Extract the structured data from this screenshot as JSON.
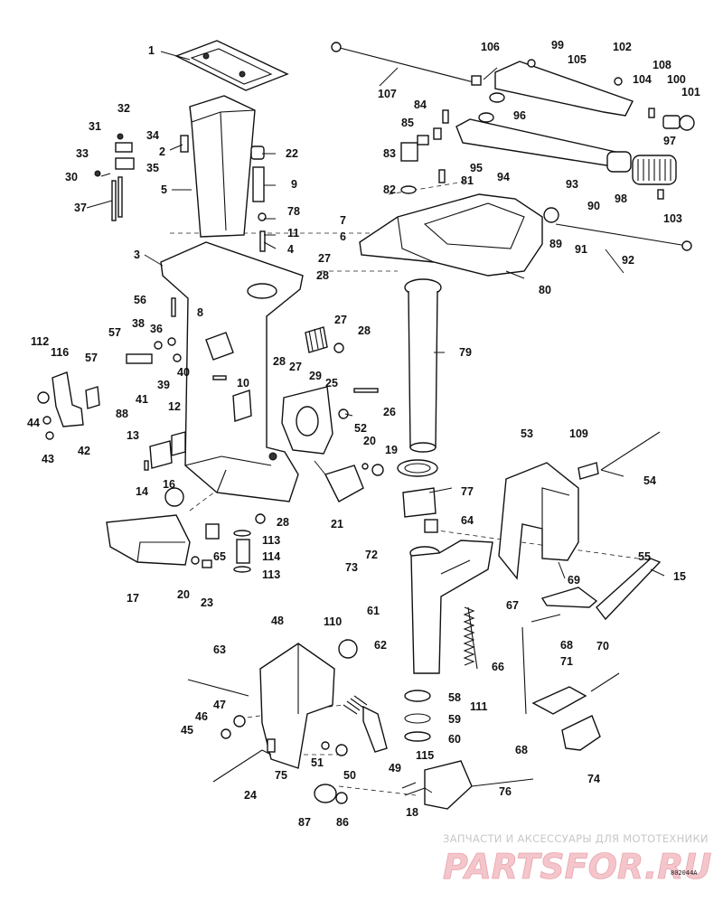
{
  "watermark": {
    "line1": "ЗАПЧАСТИ И АКСЕССУАРЫ ДЛЯ МОТОТЕХНИКИ",
    "line2": "PARTSFOR.RU",
    "accent": "#e8a4ad"
  },
  "drawing_code": "802044A",
  "callouts": [
    "1",
    "2",
    "3",
    "4",
    "5",
    "6",
    "7",
    "8",
    "9",
    "10",
    "11",
    "12",
    "13",
    "14",
    "15",
    "16",
    "17",
    "18",
    "19",
    "20",
    "21",
    "22",
    "23",
    "24",
    "25",
    "26",
    "27",
    "28",
    "29",
    "30",
    "31",
    "32",
    "33",
    "34",
    "35",
    "36",
    "37",
    "38",
    "39",
    "40",
    "41",
    "42",
    "43",
    "44",
    "45",
    "46",
    "47",
    "48",
    "49",
    "50",
    "51",
    "52",
    "53",
    "54",
    "55",
    "56",
    "57",
    "58",
    "59",
    "60",
    "61",
    "62",
    "63",
    "64",
    "65",
    "66",
    "67",
    "68",
    "69",
    "70",
    "71",
    "72",
    "73",
    "74",
    "75",
    "76",
    "77",
    "78",
    "79",
    "80",
    "81",
    "82",
    "83",
    "84",
    "85",
    "86",
    "87",
    "88",
    "89",
    "90",
    "91",
    "92",
    "93",
    "94",
    "95",
    "96",
    "97",
    "98",
    "99",
    "100",
    "101",
    "102",
    "103",
    "104",
    "105",
    "106",
    "107",
    "108",
    "109",
    "110",
    "111",
    "112",
    "113",
    "114",
    "115",
    "116"
  ]
}
